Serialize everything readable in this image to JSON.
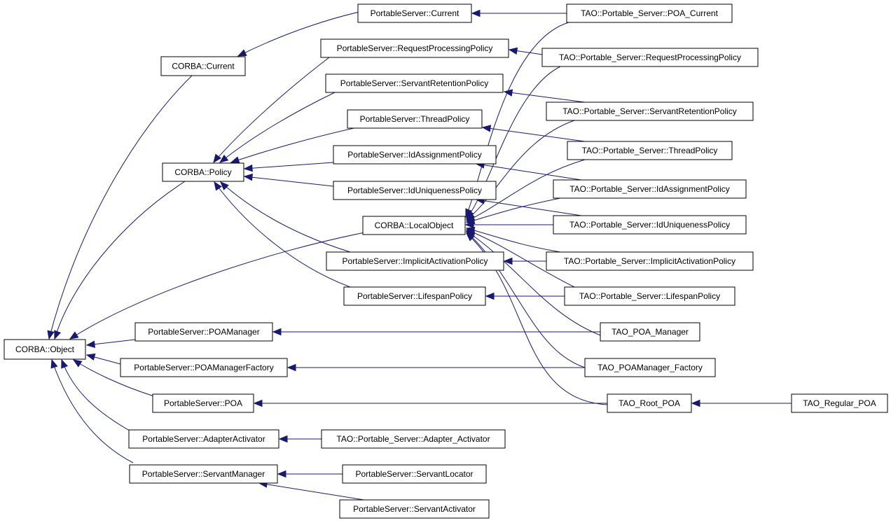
{
  "colors": {
    "edge": "#191970",
    "node_border": "#000000",
    "node_fill": "#ffffff",
    "text": "#000000"
  },
  "nodes": {
    "corba_object": "CORBA::Object",
    "corba_current": "CORBA::Current",
    "corba_policy": "CORBA::Policy",
    "corba_localobject": "CORBA::LocalObject",
    "ps_current": "PortableServer::Current",
    "ps_requestprocessingpolicy": "PortableServer::RequestProcessingPolicy",
    "ps_servantretentionpolicy": "PortableServer::ServantRetentionPolicy",
    "ps_threadpolicy": "PortableServer::ThreadPolicy",
    "ps_idassignmentpolicy": "PortableServer::IdAssignmentPolicy",
    "ps_iduniquenesspolicy": "PortableServer::IdUniquenessPolicy",
    "ps_implicitactivationpolicy": "PortableServer::ImplicitActivationPolicy",
    "ps_lifespanpolicy": "PortableServer::LifespanPolicy",
    "ps_poamanager": "PortableServer::POAManager",
    "ps_poamanagerfactory": "PortableServer::POAManagerFactory",
    "ps_poa": "PortableServer::POA",
    "ps_adapteractivator": "PortableServer::AdapterActivator",
    "ps_servantmanager": "PortableServer::ServantManager",
    "ps_servantlocator": "PortableServer::ServantLocator",
    "ps_servantactivator": "PortableServer::ServantActivator",
    "tao_poa_current": "TAO::Portable_Server::POA_Current",
    "tao_requestprocessingpolicy": "TAO::Portable_Server::RequestProcessingPolicy",
    "tao_servantretentionpolicy": "TAO::Portable_Server::ServantRetentionPolicy",
    "tao_threadpolicy": "TAO::Portable_Server::ThreadPolicy",
    "tao_idassignmentpolicy": "TAO::Portable_Server::IdAssignmentPolicy",
    "tao_iduniquenesspolicy": "TAO::Portable_Server::IdUniquenessPolicy",
    "tao_implicitactivationpolicy": "TAO::Portable_Server::ImplicitActivationPolicy",
    "tao_lifespanpolicy": "TAO::Portable_Server::LifespanPolicy",
    "tao_poa_manager": "TAO_POA_Manager",
    "tao_poamanager_factory": "TAO_POAManager_Factory",
    "tao_root_poa": "TAO_Root_POA",
    "tao_regular_poa": "TAO_Regular_POA",
    "tao_adapter_activator": "TAO::Portable_Server::Adapter_Activator"
  }
}
